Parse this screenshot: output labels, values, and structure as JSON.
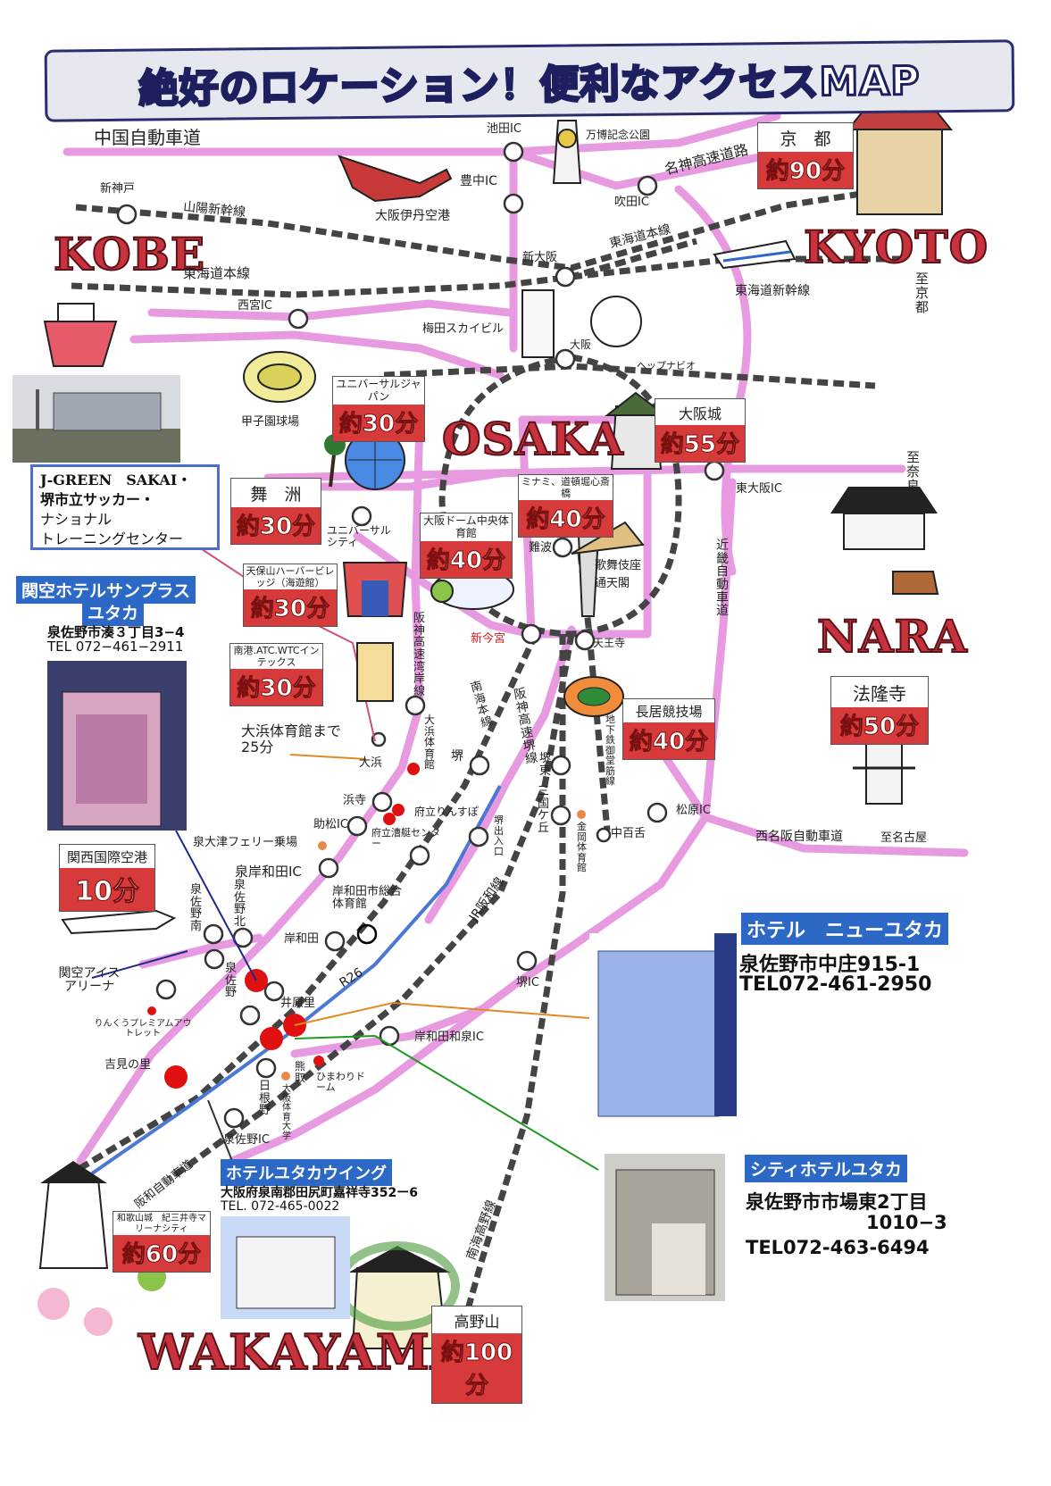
{
  "title": "絶好のロケーション！便利なアクセスMAP",
  "colors": {
    "highway": "#e79ae0",
    "rail": "#555555",
    "hotel_dot": "#e01010",
    "accent_blue": "#2c68c6",
    "time_red": "#d63a3a"
  },
  "regions": {
    "kobe": "KOBE",
    "kyoto": "KYOTO",
    "osaka": "OSAKA",
    "nara": "NARA",
    "wakayama": "WAKAYAMA"
  },
  "kyoto_vertical": "至京都",
  "nara_vertical": "至奈良",
  "roads": {
    "chugoku": "中国自動車道",
    "sanyo_shinkansen": "山陽新幹線",
    "tokaido_west": "東海道本線",
    "meishin": "名神高速道路",
    "tokaido_east": "東海道本線",
    "tokaido_shinkansen": "東海道新幹線",
    "kinki_vertical": "近畿自動車道",
    "hanshin_wangan_vertical": "阪神高速湾岸線",
    "nankai_vertical": "南海本線",
    "hanshin_sakai_vertical": "阪神高速堺線",
    "jr_hanwa": "JR阪和線",
    "nishi_meihan": "西名阪自動車道",
    "to_nagoya": "至名古屋",
    "r26": "R26",
    "hanwa_expressway": "阪和自動車道",
    "nankai_koya": "南海高野線",
    "midosuji_vertical": "地下鉄御堂筋線"
  },
  "places": {
    "ikeda_ic": "池田IC",
    "banpaku": "万博記念公園",
    "toyonaka_ic": "豊中IC",
    "suita_ic": "吹田IC",
    "itami": "大阪伊丹空港",
    "shinkobe": "新神戸",
    "shinosaka": "新大阪",
    "nishinomiya_ic": "西宮IC",
    "umeda": "梅田スカイビル",
    "osaka_st": "大阪",
    "hep": "ヘップナビオ",
    "koshien": "甲子園球場",
    "higashiosaka_ic": "東大阪IC",
    "universal_city": "ユニバーサルシティ",
    "namba": "難波",
    "kabukiza": "歌舞伎座",
    "tsutenkaku": "通天閣",
    "shinimamiya": "新今宮",
    "tennoji": "天王寺",
    "oohama_gym": "大浜体育館まで25分",
    "oohama": "大浜",
    "oohama_taiikukan_vertical": "大浜体育館",
    "sakai": "堺",
    "sakai_higashi_vertical": "堺東",
    "mikunigaoka_vertical": "三国ケ丘",
    "hamadera": "浜寺",
    "fu_rinsupo": "府立りんすぽ",
    "sukematsu_ic": "助松IC",
    "fu_sotei": "府立漕艇センター",
    "sakai_exit_vertical": "堺出入口",
    "kanaoka_vertical": "金岡体育館",
    "nakamozu": "中百舌",
    "matsubara_ic": "松原IC",
    "izumiotsu_ferry": "泉大津フェリー乗場",
    "sen_kishiwada_ic": "泉岸和田IC",
    "kishiwada_gym": "岸和田市総合体育館",
    "kishiwada": "岸和田",
    "izumisano_kita_vertical": "泉佐野北",
    "izumisano_minami_vertical": "泉佐野南",
    "kanku_ice": "関空アイスアリーナ",
    "izumisano_vertical": "泉佐野",
    "iharano": "井原里",
    "rinku_outlet": "りんくうプレミアムアウトレット",
    "sakai_ic": "堺IC",
    "kishiwada_izumi_ic": "岸和田和泉IC",
    "kumatori_vertical": "熊取",
    "himawari": "ひまわりドーム",
    "osaka_taiiku_vertical": "大阪体育大学",
    "yoshiminosato": "吉見の里",
    "hineno_vertical": "日根野",
    "izumisano_ic": "泉佐野IC"
  },
  "times": {
    "kyoto": {
      "name": "京　都",
      "time": "約90分"
    },
    "usj": {
      "name": "ユニバーサルジャパン",
      "time": "約30分"
    },
    "osakajo": {
      "name": "大阪城",
      "time": "約55分"
    },
    "maishima": {
      "name": "舞　洲",
      "time": "約30分"
    },
    "minami": {
      "name": "ミナミ、道頓堀心斎橋",
      "time": "約40分"
    },
    "dome": {
      "name": "大阪ドーム中央体育館",
      "time": "約40分"
    },
    "tempozan": {
      "name": "天保山ハーバービレッジ（海遊館）",
      "time": "約30分"
    },
    "nanko": {
      "name": "南港.ATC.WTCインテックス",
      "time": "約30分"
    },
    "nagai": {
      "name": "長居競技場",
      "time": "約40分"
    },
    "horyuji": {
      "name": "法隆寺",
      "time": "約50分"
    },
    "kix": {
      "name": "関西国際空港",
      "time": "10分"
    },
    "wakayama": {
      "name": "和歌山城　紀三井寺マリーナシティ",
      "time": "約60分"
    },
    "koyasan": {
      "name": "高野山",
      "time": "約100分"
    }
  },
  "jgreen": {
    "line1": "J-GREEN　SAKAI・",
    "line2": "堺市立サッカー・",
    "line3": "ナショナル",
    "line4": "トレーニングセンター"
  },
  "hotels": {
    "sunplus": {
      "name1": "関空ホテルサンプラス",
      "name2": "ユタカ",
      "address": "泉佐野市湊３丁目3−4",
      "tel": "TEL 072−461−2911"
    },
    "newyutaka": {
      "name": "ホテル　ニューユタカ",
      "address": "泉佐野市中庄915-1",
      "tel": "TEL072-461-2950"
    },
    "wing": {
      "name": "ホテルユタカウイング",
      "address": "大阪府泉南郡田尻町嘉祥寺352ー6",
      "tel": "TEL. 072-465-0022"
    },
    "city": {
      "name": "シティホテルユタカ",
      "address1": "泉佐野市市場東2丁目",
      "address2": "1010−3",
      "tel": "TEL072-463-6494"
    }
  }
}
